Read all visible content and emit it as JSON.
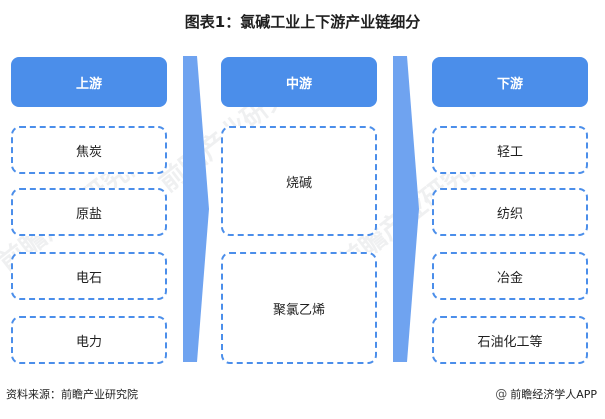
{
  "title": "图表1：氯碱工业上下游产业链细分",
  "columns": [
    {
      "header": "上游",
      "items": [
        "焦炭",
        "原盐",
        "电石",
        "电力"
      ]
    },
    {
      "header": "中游",
      "items": [
        "烧碱",
        "聚氯乙烯"
      ]
    },
    {
      "header": "下游",
      "items": [
        "轻工",
        "纺织",
        "冶金",
        "石油化工等"
      ]
    }
  ],
  "watermark": "前瞻产业研究院",
  "source": "资料来源：前瞻产业研究院",
  "brand": "前瞻经济学人APP",
  "colors": {
    "accent": "#4b8eea",
    "arrow": "#6fa3f0"
  }
}
